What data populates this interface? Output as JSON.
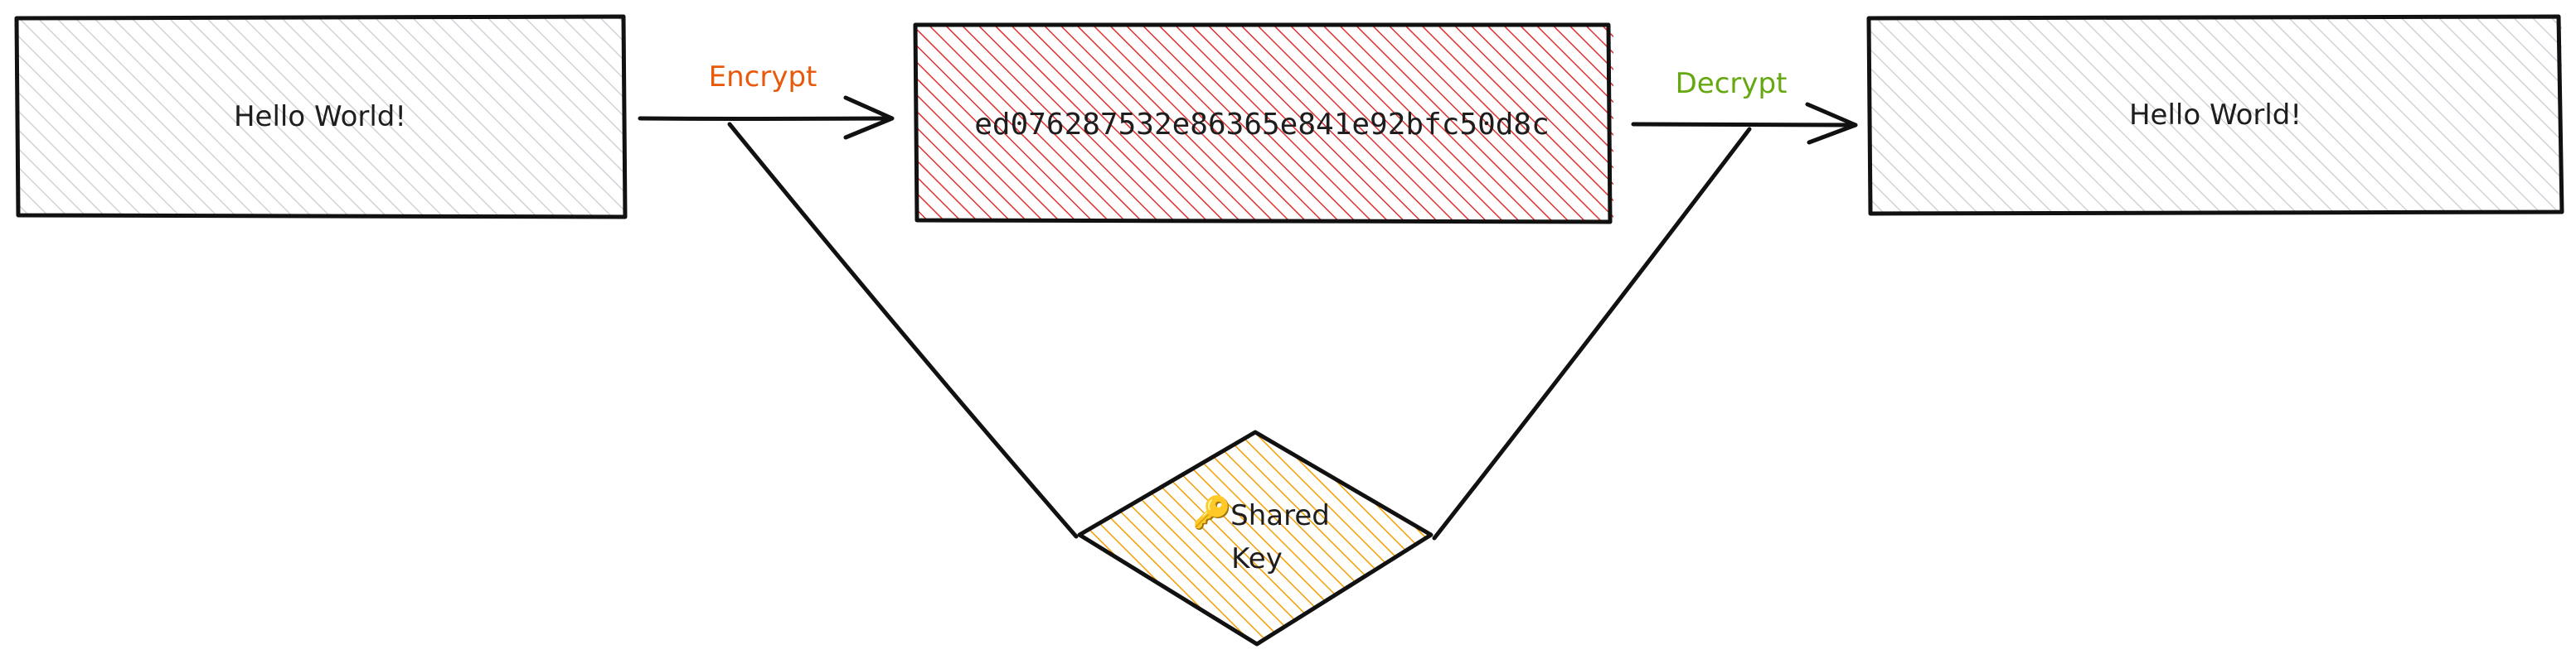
{
  "diagram": {
    "plaintext_box": {
      "text": "Hello World!",
      "fill_color": "#ced4da"
    },
    "ciphertext_box": {
      "text": "ed076287532e86365e841e92bfc50d8c",
      "fill_color": "#e03131"
    },
    "output_box": {
      "text": "Hello World!",
      "fill_color": "#ced4da"
    },
    "encrypt_label": {
      "text": "Encrypt",
      "color": "#e8590c"
    },
    "decrypt_label": {
      "text": "Decrypt",
      "color": "#66a80f"
    },
    "shared_key": {
      "icon": "key-icon",
      "icon_glyph": "🔑",
      "line1": "Shared",
      "line2": "Key",
      "fill_color": "#f59f00"
    }
  }
}
